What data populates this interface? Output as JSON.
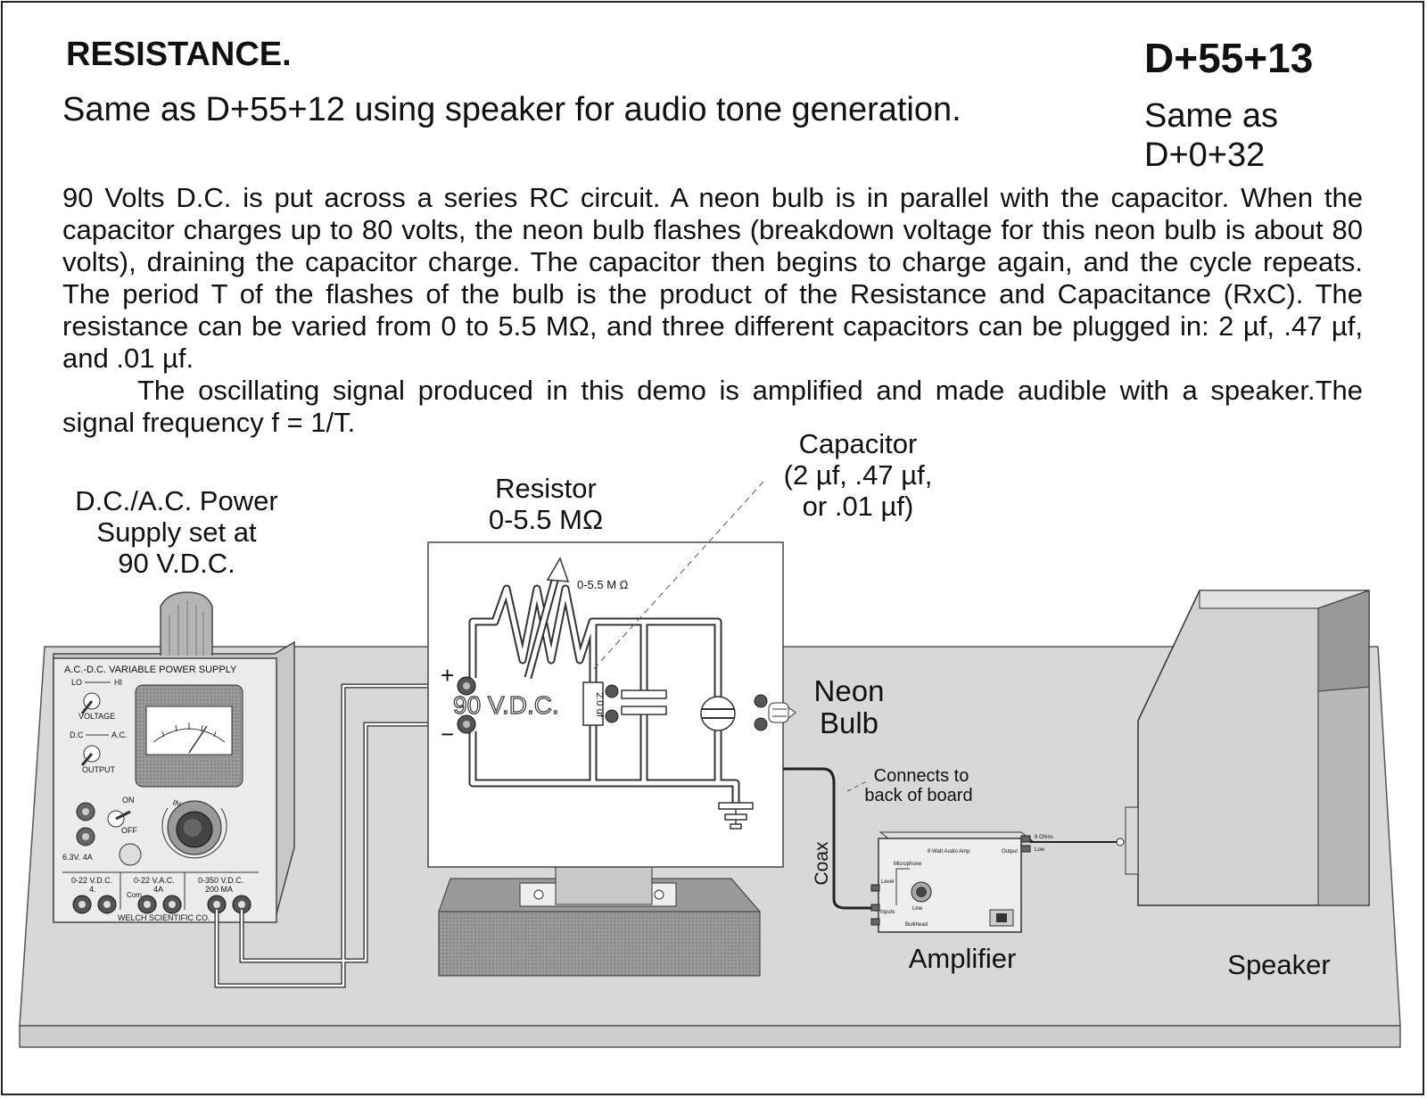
{
  "header": {
    "title": "RESISTANCE.",
    "code": "D+55+13",
    "subtitle": "Same as D+55+12 using speaker for audio tone generation.",
    "same_as_line1": "Same as",
    "same_as_line2": "D+0+32"
  },
  "description": {
    "paragraph1": "90 Volts D.C. is put across a series RC circuit. A neon bulb is in parallel with the capacitor. When the capacitor charges up to 80 volts, the neon bulb flashes (breakdown voltage for this neon bulb is about 80 volts), draining the capacitor charge. The capacitor then begins to charge again, and the cycle repeats.  The period T of the flashes of the bulb is the product of the Resistance and Capacitance (RxC).  The resistance can be varied from 0 to 5.5 MΩ, and three different capacitors can be plugged in: 2 µf, .47 µf, and .01 µf.",
    "paragraph2": "The oscillating signal produced in this demo is amplified and made audible with a speaker.The signal frequency f = 1/T."
  },
  "labels": {
    "power_supply": [
      "D.C./A.C. Power",
      "Supply set at",
      "90 V.D.C."
    ],
    "resistor": [
      "Resistor",
      "0-5.5 MΩ"
    ],
    "capacitor": [
      "Capacitor",
      "(2 µf, .47 µf,",
      "or .01 µf)"
    ],
    "neon_bulb": [
      "Neon",
      "Bulb"
    ],
    "connects": [
      "Connects to",
      "back of board"
    ],
    "coax": "Coax",
    "amplifier": "Amplifier",
    "speaker": "Speaker"
  },
  "power_supply_panel": {
    "heading": "A.C.-D.C. VARIABLE POWER SUPPLY",
    "lo": "LO",
    "hi": "HI",
    "voltage": "VOLTAGE",
    "dc": "D.C",
    "ac": "A.C.",
    "output": "OUTPUT",
    "on": "ON",
    "off": "OFF",
    "fuse": "6.3V. 4A",
    "increase": "INCREASE",
    "out1": [
      "0-22 V.D.C.",
      "4."
    ],
    "out2": [
      "0-22 V.A.C.",
      "4A"
    ],
    "out3": [
      "0-350 V.D.C.",
      "200 MA"
    ],
    "com": "Com",
    "maker": "WELCH SCIENTIFIC CO."
  },
  "board": {
    "resistor_value": "0-5.5 M Ω",
    "voltage_mark": "90 V.D.C.",
    "plus": "+",
    "minus": "−",
    "cap_mark": "2.0 uf"
  },
  "amp_panel": {
    "title": "8 Watt Audio Amp",
    "microphone": "Microphone",
    "level": "Level",
    "line": "Line",
    "inputs": "Inputs",
    "bulkhead": "Bulkhead",
    "output": "Output",
    "ohms": "8 Ohms",
    "low": "Low"
  }
}
